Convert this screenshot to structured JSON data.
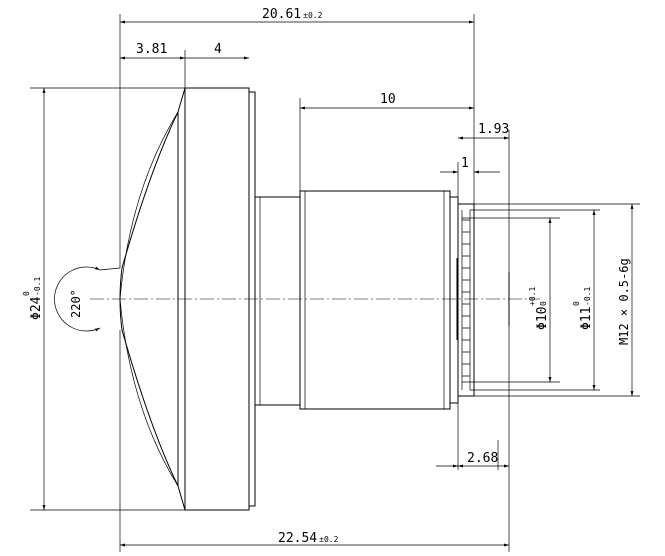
{
  "dimensions": {
    "overall_length": {
      "value": "20.61",
      "tolerance": "±0.2"
    },
    "bottom_length": {
      "value": "22.54",
      "tolerance": "±0.2"
    },
    "dome_depth": "3.81",
    "flange_width": "4",
    "barrel_length": "10",
    "step_193": "1.93",
    "step_1": "1",
    "step_268": "2.68",
    "field_angle": "220°",
    "outer_diameter": {
      "symbol": "Φ",
      "value": "24",
      "upper": "0",
      "lower": "-0.1"
    },
    "inner_diameter_10": {
      "symbol": "Φ",
      "value": "10",
      "upper": "+0.1",
      "lower": "0"
    },
    "inner_diameter_11": {
      "symbol": "Φ",
      "value": "11",
      "upper": "0",
      "lower": "-0.1"
    },
    "thread": "M12 × 0.5-6g"
  }
}
